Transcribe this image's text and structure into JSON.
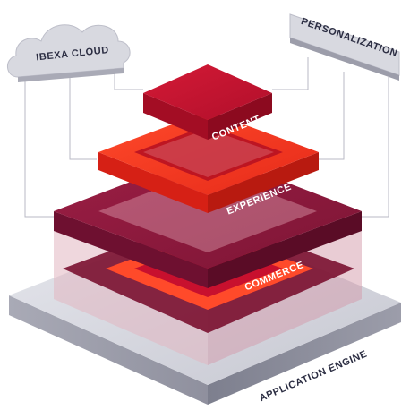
{
  "labels": {
    "cloud": "IBEXA CLOUD",
    "personalization": "PERSONALIZATION",
    "content": "CONTENT",
    "experience": "EXPERIENCE",
    "commerce": "COMMERCE",
    "engine": "APPLICATION ENGINE"
  },
  "colors": {
    "content": "#c4122f",
    "experience": "#ff3b1f",
    "commerce": "#8a1a3c",
    "engine": "#c9cad3",
    "signs": "#d8d9e0",
    "text_dark": "#2b2d42",
    "text_light": "#ffffff"
  }
}
